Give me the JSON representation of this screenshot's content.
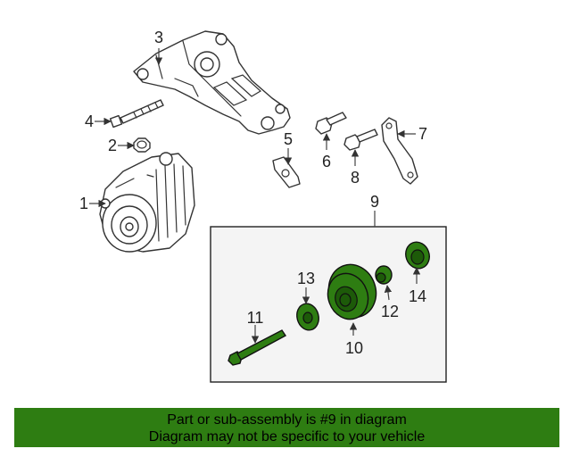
{
  "callouts": {
    "c1": "1",
    "c2": "2",
    "c3": "3",
    "c4": "4",
    "c5": "5",
    "c6": "6",
    "c7": "7",
    "c8": "8",
    "c9": "9",
    "c10": "10",
    "c11": "11",
    "c12": "12",
    "c13": "13",
    "c14": "14"
  },
  "banner": {
    "line1": "Part or sub-assembly is #9 in diagram",
    "line2": "Diagram may not be specific to your vehicle"
  },
  "colors": {
    "highlight": "#2e7d12",
    "banner_bg": "#2e7d12",
    "box_bg": "#f4f4f4"
  }
}
